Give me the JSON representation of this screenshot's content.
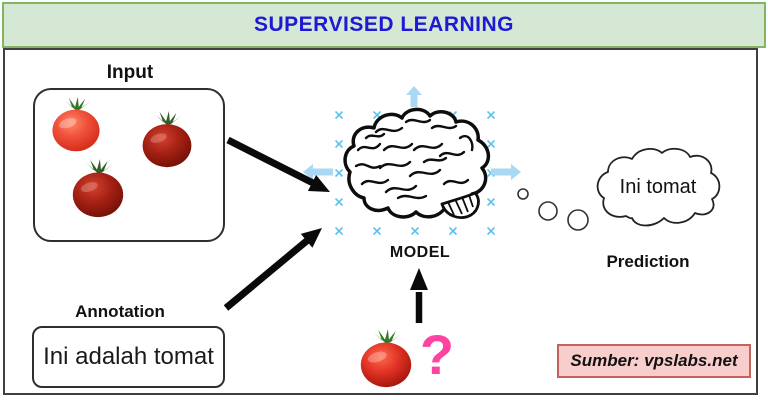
{
  "header": {
    "title": "SUPERVISED LEARNING"
  },
  "input": {
    "label": "Input",
    "content_description": "three tomato photos"
  },
  "annotation": {
    "label": "Annotation",
    "text": "Ini adalah tomat"
  },
  "model": {
    "label": "MODEL",
    "illustration": "brain-line-drawing"
  },
  "prediction": {
    "label": "Prediction",
    "thought_text": "Ini tomat"
  },
  "query": {
    "question_mark": "?",
    "content_description": "tomato photo with question mark"
  },
  "source": {
    "text": "Sumber: vpslabs.net"
  },
  "icons": {
    "brain": "brain-icon",
    "tomato": "tomato-image",
    "thought_bubble": "thought-bubble-icon",
    "thought_trail": "thought-trail-dots",
    "black_arrows": [
      "arrow-input-to-model-icon",
      "arrow-annotation-to-model-icon",
      "arrow-query-to-model-icon"
    ],
    "guide_arrows": [
      "guide-arrow-up-icon",
      "guide-arrow-left-icon",
      "guide-arrow-right-icon"
    ],
    "selection_marks": "selection-handle-marks"
  },
  "colors": {
    "header_bg": "#d5e8d4",
    "header_border": "#82b366",
    "title_blue": "#1f18d6",
    "content_border": "#404040",
    "question_pink": "#ff43a0",
    "source_bg": "#f8cecc",
    "source_border": "#c4625e",
    "guide_blue": "#a9d9f2",
    "tomato_red_bright": "#ea4330",
    "tomato_red_dark": "#a32013",
    "leaf_green": "#2f7a25"
  }
}
